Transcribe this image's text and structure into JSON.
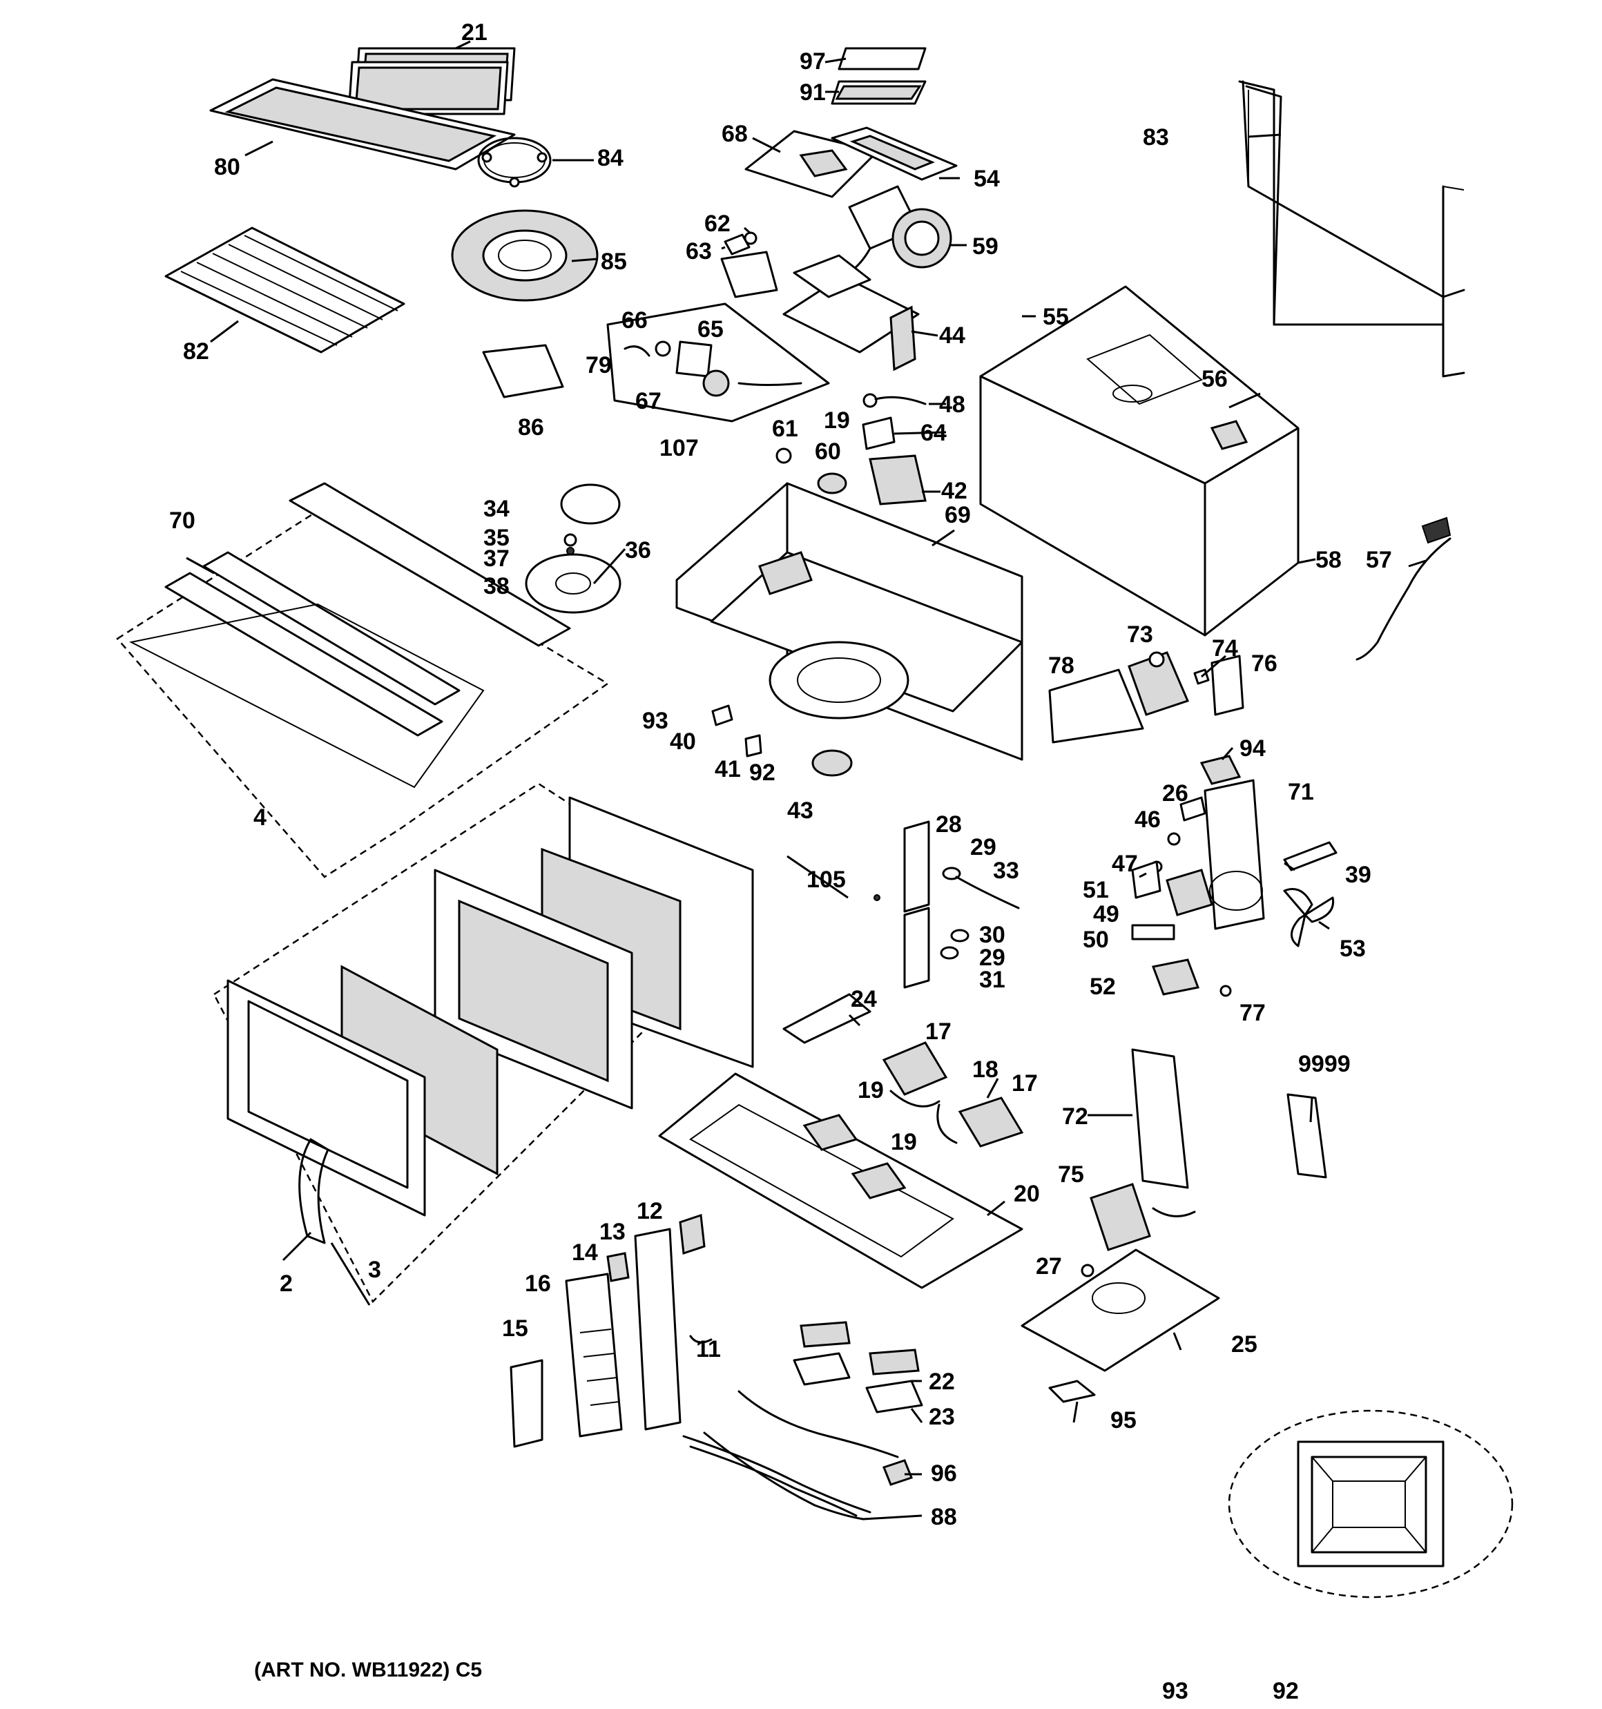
{
  "caption": "(ART NO. WB11922) C5",
  "labels": {
    "p2": "2",
    "p3": "3",
    "p4": "4",
    "p11": "11",
    "p12": "12",
    "p13": "13",
    "p14": "14",
    "p15": "15",
    "p16": "16",
    "p17a": "17",
    "p17b": "17",
    "p18": "18",
    "p19a": "19",
    "p19b": "19",
    "p19c": "19",
    "p20": "20",
    "p21": "21",
    "p22": "22",
    "p23": "23",
    "p24": "24",
    "p25": "25",
    "p26": "26",
    "p27": "27",
    "p28": "28",
    "p29a": "29",
    "p29b": "29",
    "p30": "30",
    "p31": "31",
    "p33": "33",
    "p34": "34",
    "p35": "35",
    "p36": "36",
    "p37": "37",
    "p38": "38",
    "p39": "39",
    "p40": "40",
    "p41": "41",
    "p42": "42",
    "p43": "43",
    "p44": "44",
    "p46": "46",
    "p47": "47",
    "p48": "48",
    "p49": "49",
    "p50": "50",
    "p51": "51",
    "p52": "52",
    "p53": "53",
    "p54": "54",
    "p55": "55",
    "p56": "56",
    "p57": "57",
    "p58": "58",
    "p59": "59",
    "p60": "60",
    "p61": "61",
    "p62": "62",
    "p63": "63",
    "p64": "64",
    "p65": "65",
    "p66": "66",
    "p67": "67",
    "p68": "68",
    "p69": "69",
    "p70": "70",
    "p71": "71",
    "p72": "72",
    "p73": "73",
    "p74": "74",
    "p75": "75",
    "p76": "76",
    "p77": "77",
    "p78": "78",
    "p79": "79",
    "p80": "80",
    "p82": "82",
    "p83": "83",
    "p84": "84",
    "p85": "85",
    "p86": "86",
    "p88": "88",
    "p91": "91",
    "p92a": "92",
    "p92b": "92",
    "p93a": "93",
    "p93b": "93",
    "p94": "94",
    "p95": "95",
    "p96": "96",
    "p97": "97",
    "p105": "105",
    "p107": "107",
    "p9999": "9999"
  }
}
